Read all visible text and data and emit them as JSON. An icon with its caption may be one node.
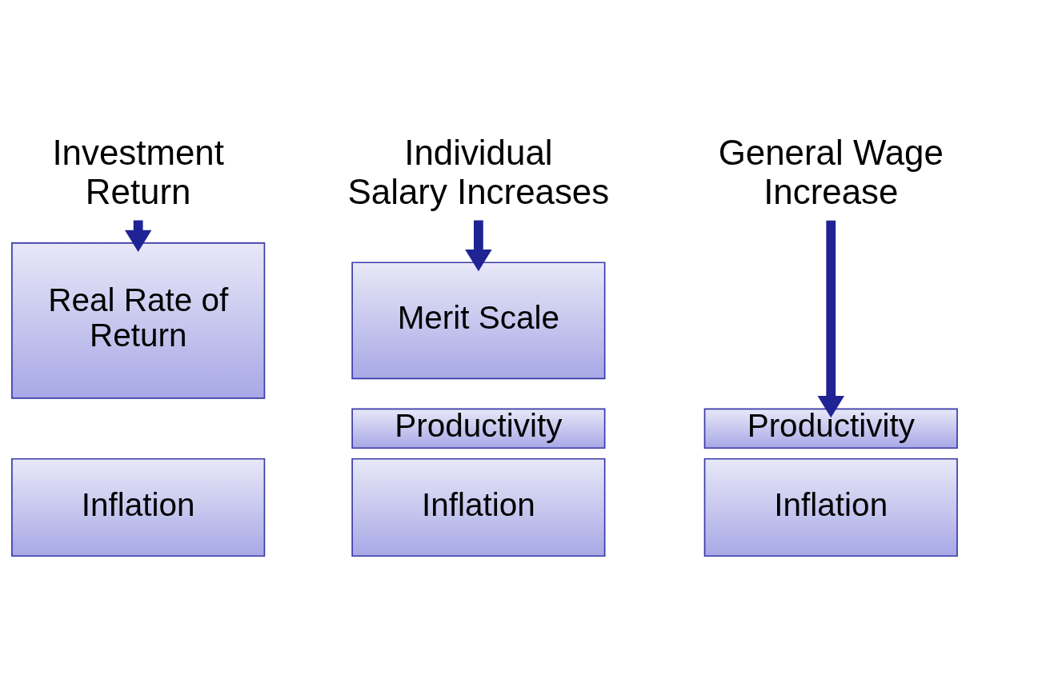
{
  "diagram": {
    "nodes": [
      {
        "text": [
          "Investment Return"
        ]
      },
      {
        "text": [
          "Real Rate of Return"
        ]
      },
      {
        "text": [
          "Inflation"
        ]
      },
      {
        "text": [
          "Individual Salary Increases"
        ]
      },
      {
        "text": [
          "Merit Scale"
        ]
      },
      {
        "text": [
          "Productivity"
        ]
      },
      {
        "text": [
          "Inflation"
        ]
      },
      {
        "text": [
          "General Wage Increase"
        ]
      },
      {
        "text": [
          "Productivity"
        ]
      },
      {
        "text": [
          "Inflation"
        ]
      }
    ],
    "edges": [
      {
        "from": 0,
        "to": 1,
        "arrow": "to"
      },
      {
        "from": 3,
        "to": 4,
        "arrow": "to"
      },
      {
        "from": 7,
        "to": 8,
        "arrow": "to"
      }
    ]
  }
}
